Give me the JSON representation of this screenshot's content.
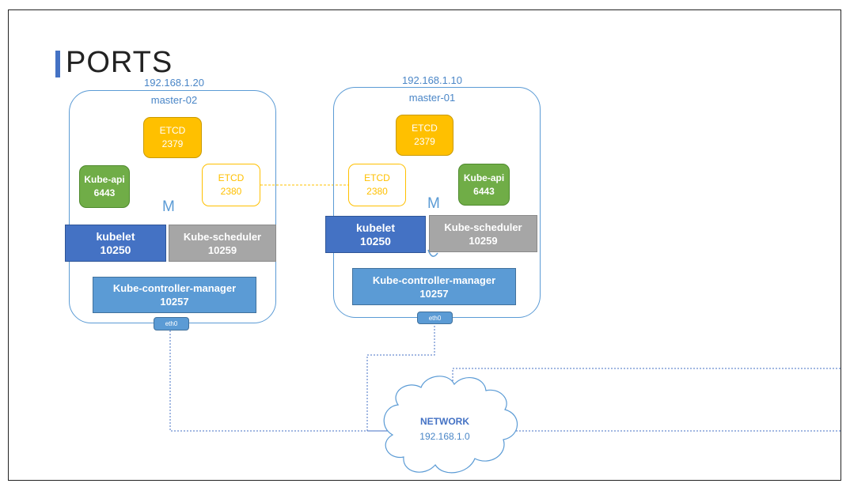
{
  "slide": {
    "title": "PORTS"
  },
  "nodes": [
    {
      "id": "master-02",
      "ip": "192.168.1.20",
      "name": "master-02",
      "etcd": {
        "label": "ETCD",
        "port": "2379"
      },
      "etcd_peer": {
        "label": "ETCD",
        "port": "2380"
      },
      "kube_api": {
        "label": "Kube-api",
        "port": "6443"
      },
      "master_mark": "M",
      "kubelet": {
        "label": "kubelet",
        "port": "10250"
      },
      "scheduler": {
        "label": "Kube-scheduler",
        "port": "10259"
      },
      "controller": {
        "label": "Kube-controller-manager",
        "port": "10257"
      },
      "iface": "eth0"
    },
    {
      "id": "master-01",
      "ip": "192.168.1.10",
      "name": "master-01",
      "etcd": {
        "label": "ETCD",
        "port": "2379"
      },
      "etcd_peer": {
        "label": "ETCD",
        "port": "2380"
      },
      "kube_api": {
        "label": "Kube-api",
        "port": "6443"
      },
      "master_mark": "M",
      "kubelet": {
        "label": "kubelet",
        "port": "10250"
      },
      "scheduler": {
        "label": "Kube-scheduler",
        "port": "10259"
      },
      "controller": {
        "label": "Kube-controller-manager",
        "port": "10257"
      },
      "iface": "eth0"
    }
  ],
  "network": {
    "label": "NETWORK",
    "subnet": "192.168.1.0"
  },
  "colors": {
    "etcd": "#ffc000",
    "kube_api": "#70ad47",
    "kubelet": "#4472c4",
    "scheduler": "#a6a6a6",
    "controller": "#5b9bd5",
    "link": "#5b9bd5",
    "peer_link": "#ffc000"
  }
}
